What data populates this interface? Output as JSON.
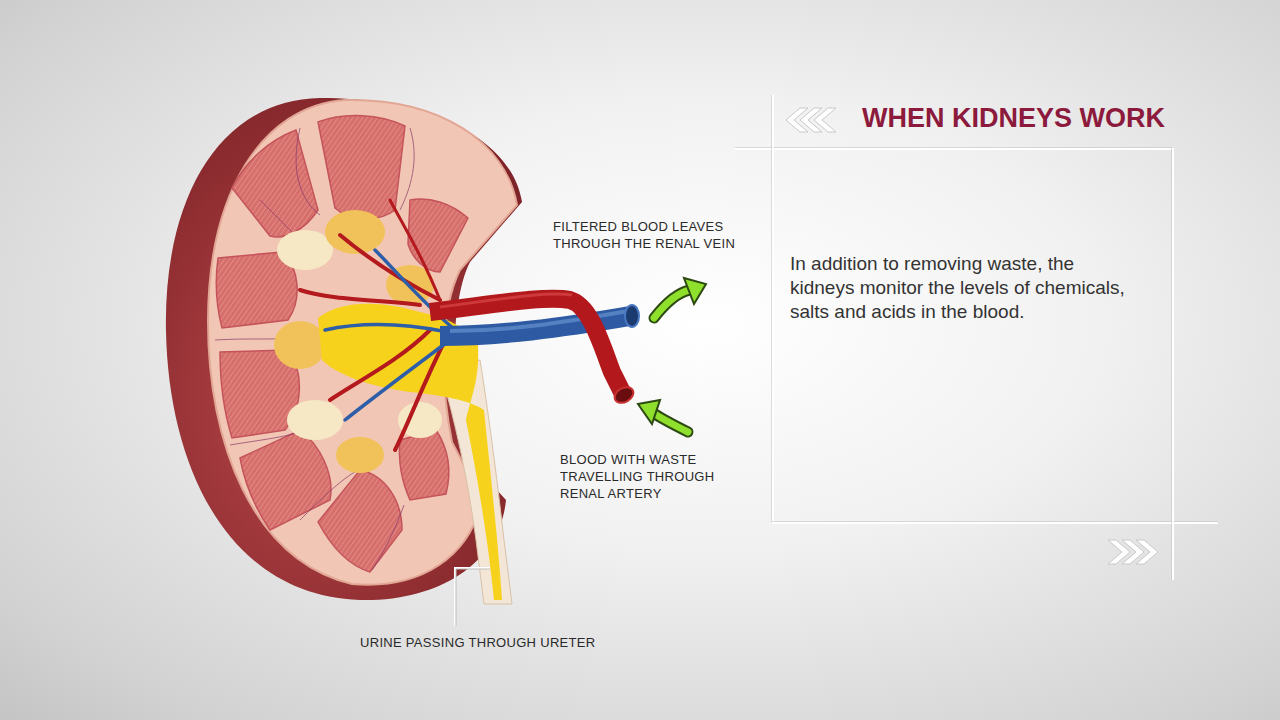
{
  "diagram": {
    "nodes": [
      {
        "text": [
          "WHEN KIDNEYS WORK",
          "In addition to removing waste, the kidneys monitor the levels of chemicals, salts and acids in the blood."
        ]
      }
    ],
    "labels": [
      "FILTERED BLOOD LEAVES THROUGH THE RENAL VEIN",
      "BLOOD WITH WASTE TRAVELLING THROUGH RENAL ARTERY",
      "URINE PASSING THROUGH URETER"
    ]
  }
}
